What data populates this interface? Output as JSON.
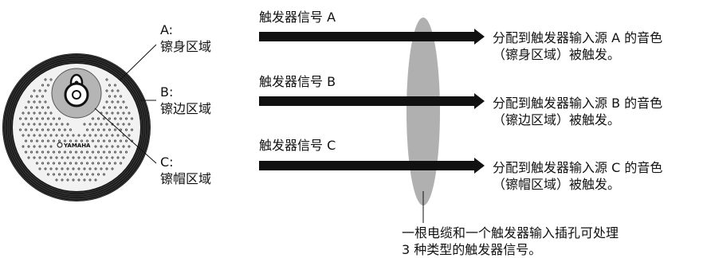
{
  "cymbal": {
    "logo": "YAMAHA"
  },
  "zones": [
    {
      "letter": "A:",
      "name": "镲身区域"
    },
    {
      "letter": "B:",
      "name": "镲边区域"
    },
    {
      "letter": "C:",
      "name": "镲帽区域"
    }
  ],
  "signals": [
    {
      "label": "触发器信号 A",
      "result_line1": "分配到触发器输入源 A 的音色",
      "result_line2": "（镲身区域）被触发。"
    },
    {
      "label": "触发器信号 B",
      "result_line1": "分配到触发器输入源 B 的音色",
      "result_line2": "（镲边区域）被触发。"
    },
    {
      "label": "触发器信号 C",
      "result_line1": "分配到触发器输入源 C 的音色",
      "result_line2": "（镲帽区域）被触发。"
    }
  ],
  "note": {
    "line1": "一根电缆和一个触发器输入插孔可处理",
    "line2": "3 种类型的触发器信号。"
  },
  "colors": {
    "ink": "#111111",
    "cymbal_edge": "#1a1a1a",
    "cymbal_body": "#f2f2f2",
    "bell": "#b5b5b5",
    "cable_oval": "#b0b0b0"
  }
}
